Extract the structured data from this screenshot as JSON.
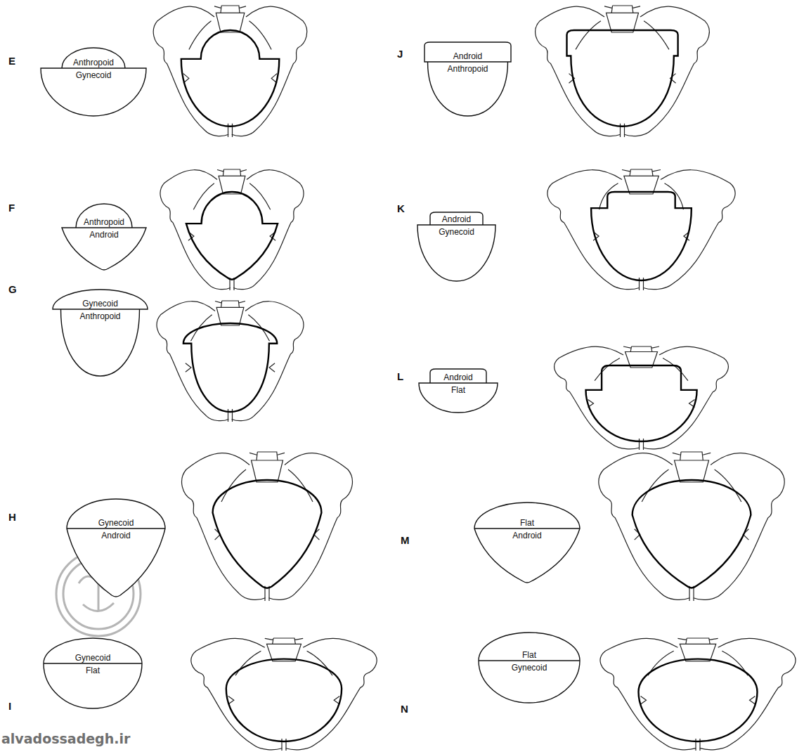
{
  "diagram": {
    "nodes": [
      {
        "text": [
          "Anthropoid",
          "Gynecoid"
        ]
      },
      {
        "text": [
          "Android",
          "Anthropoid"
        ]
      },
      {
        "text": [
          "Anthropoid",
          "Android"
        ]
      },
      {
        "text": [
          "Android",
          "Gynecoid"
        ]
      },
      {
        "text": [
          "Gynecoid",
          "Anthropoid"
        ]
      },
      {
        "text": [
          "Android",
          "Flat"
        ]
      },
      {
        "text": [
          "Gynecoid",
          "Android"
        ]
      },
      {
        "text": [
          "Flat",
          "Android"
        ]
      },
      {
        "text": [
          "Gynecoid",
          "Flat"
        ]
      },
      {
        "text": [
          "Flat",
          "Gynecoid"
        ]
      }
    ],
    "labels": [
      "E",
      "J",
      "F",
      "K",
      "G",
      "L",
      "H",
      "M",
      "I",
      "N",
      "alvadossadegh.ir"
    ]
  }
}
